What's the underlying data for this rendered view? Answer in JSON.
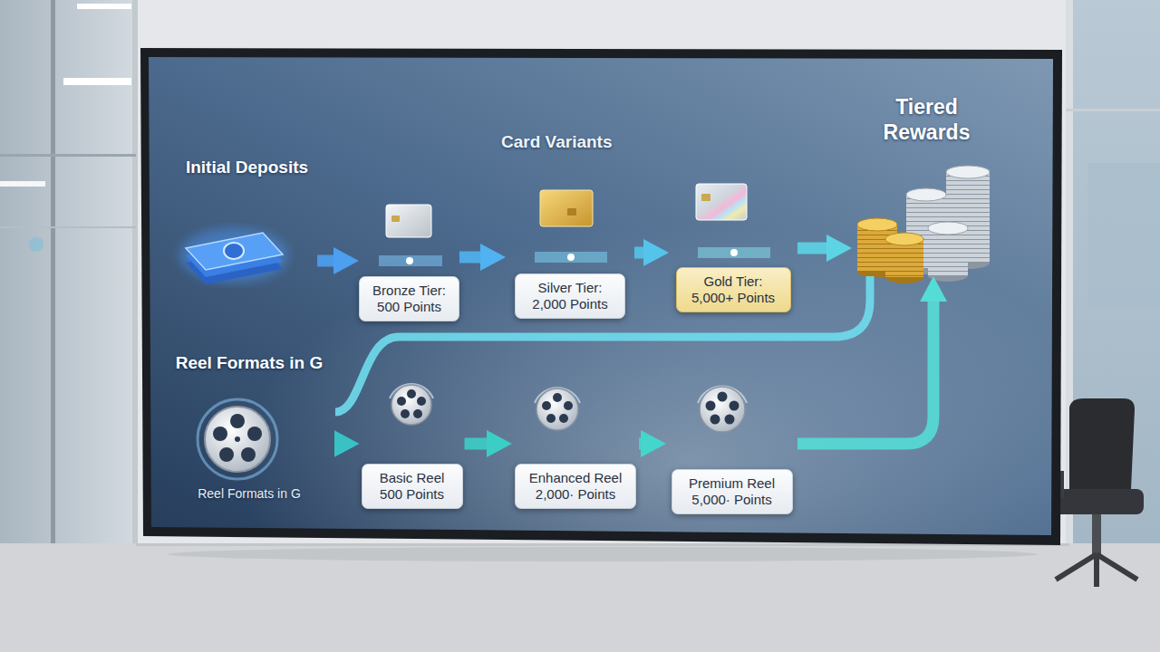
{
  "diagram": {
    "nodes": [
      {
        "text": [
          "Initial Deposits"
        ]
      },
      {
        "text": [
          "Bronze Tier: 500 Points"
        ]
      },
      {
        "text": [
          "Silver Tier: 2,000 Points"
        ]
      },
      {
        "text": [
          "Gold Tier: 5,000+ Points"
        ]
      },
      {
        "text": [
          "Tiered Rewards"
        ]
      },
      {
        "text": [
          "Reel Formats in G",
          "Reel Formats in G"
        ]
      },
      {
        "text": [
          "Basic Reel 500 Points"
        ]
      },
      {
        "text": [
          "Enhanced Reel 2,000· Points"
        ]
      },
      {
        "text": [
          "Premium Reel 5,000· Points"
        ]
      }
    ],
    "edges": [
      {
        "from": 0,
        "to": 1,
        "arrow": "to"
      },
      {
        "from": 1,
        "to": 2,
        "arrow": "to"
      },
      {
        "from": 2,
        "to": 3,
        "arrow": "to"
      },
      {
        "from": 3,
        "to": 4,
        "arrow": "to"
      },
      {
        "from": 5,
        "to": 6,
        "arrow": "to"
      },
      {
        "from": 6,
        "to": 7,
        "arrow": "to"
      },
      {
        "from": 7,
        "to": 8,
        "arrow": "to"
      },
      {
        "from": 8,
        "to": 4,
        "arrow": "to"
      },
      {
        "from": 5,
        "to": 4,
        "arrow": "none"
      }
    ],
    "labels": [
      "Card Variants"
    ]
  }
}
